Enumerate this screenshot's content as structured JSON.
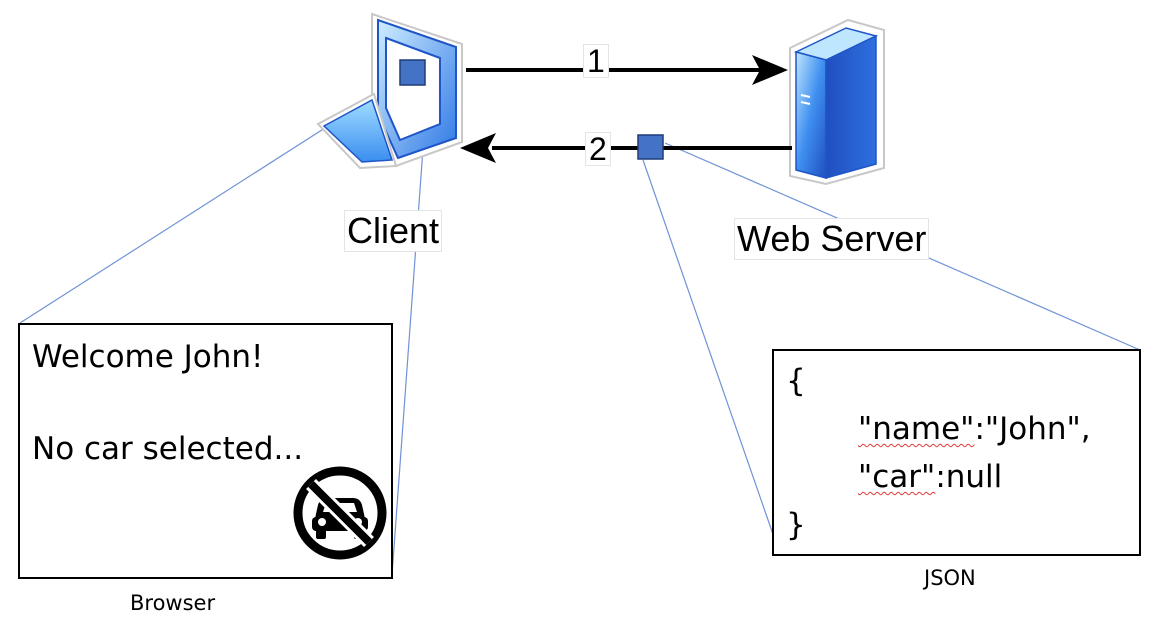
{
  "nodes": {
    "client_label": "Client",
    "server_label": "Web Server"
  },
  "arrows": {
    "request_number": "1",
    "response_number": "2"
  },
  "browser": {
    "caption": "Browser",
    "line1": "Welcome John!",
    "line2": "No car selected..."
  },
  "json_box": {
    "caption": "JSON",
    "open_brace": "{",
    "name_key": "\"name\"",
    "name_rest": ":\"John\",",
    "car_key": "\"car\"",
    "car_rest": ":null",
    "close_brace": "}"
  },
  "icons": {
    "client": "laptop-icon",
    "server": "server-tower-icon",
    "no_car": "no-car-icon"
  },
  "colors": {
    "icon_blue": "#2f78e6",
    "icon_light": "#8fd0ff",
    "marker_fill": "#4472c4",
    "leader_line": "#6f93d6",
    "spellcheck": "#e03a3a"
  }
}
